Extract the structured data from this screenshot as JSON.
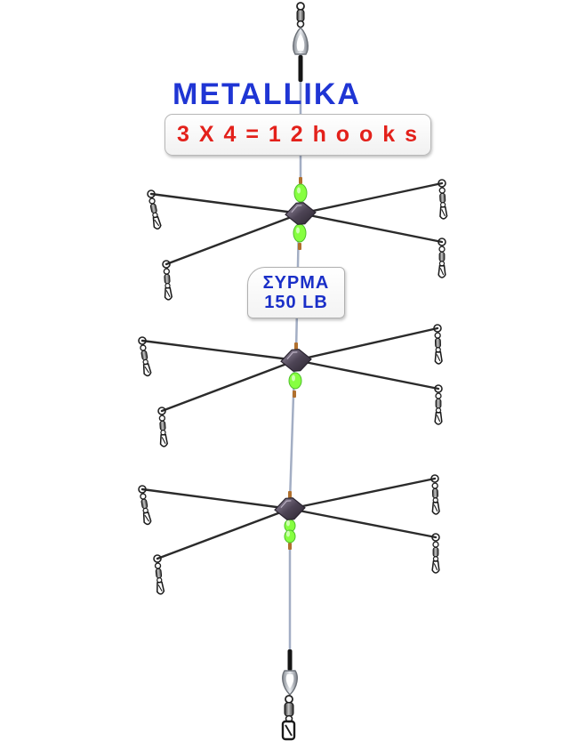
{
  "title": "METALLIKA",
  "hooks_label": "3 X 4 = 1 2 h o o k s",
  "wire_label": {
    "line1": "ΣΥΡΜΑ",
    "line2": "150 LB"
  },
  "colors": {
    "title": "#1f35d4",
    "hooks_label": "#e3211b",
    "wire_label": "#1a2fc8",
    "beads": "#86ff40",
    "main_line": "#a3aec4",
    "arms": "#2b2b2b"
  }
}
